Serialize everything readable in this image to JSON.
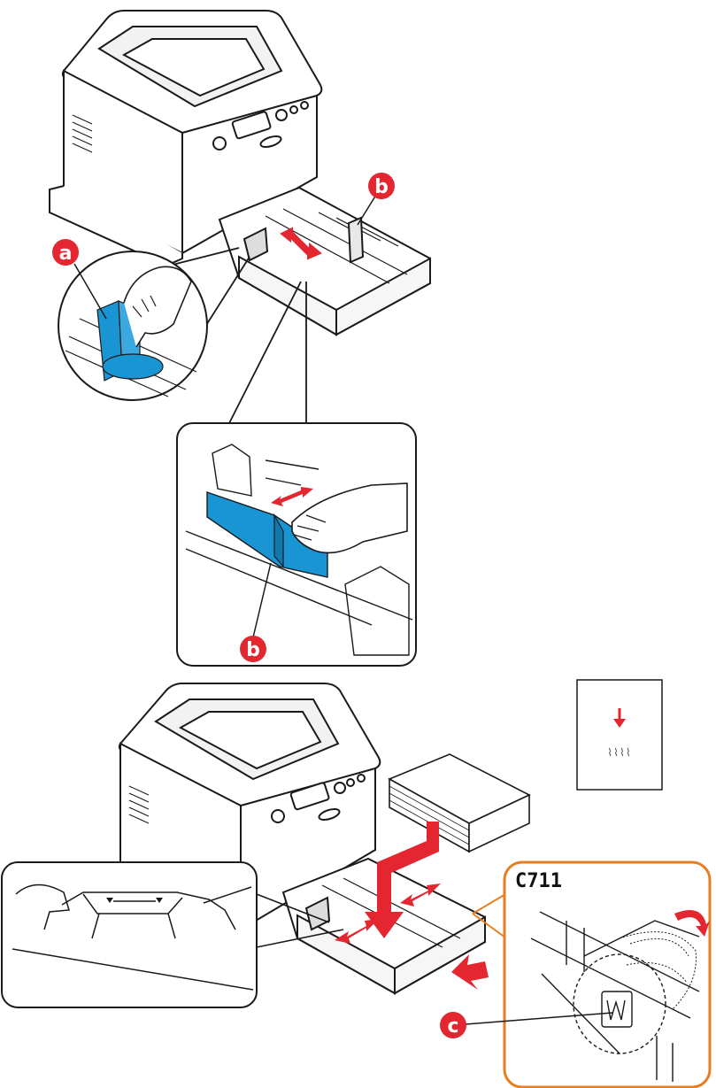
{
  "callouts": {
    "a": "a",
    "b": "b",
    "c": "c"
  },
  "model_label": "C711",
  "colors": {
    "callout_red": "#e3262f",
    "guide_blue": "#1a95d3",
    "arrow_red": "#e3262f",
    "zoom_orange": "#e67e22",
    "outline": "#1a1a1a"
  },
  "icons": [
    "printer-icon",
    "paper-stack-icon",
    "arrow-down-icon",
    "double-arrow-icon",
    "rotate-arrow-icon",
    "push-arrow-icon"
  ]
}
